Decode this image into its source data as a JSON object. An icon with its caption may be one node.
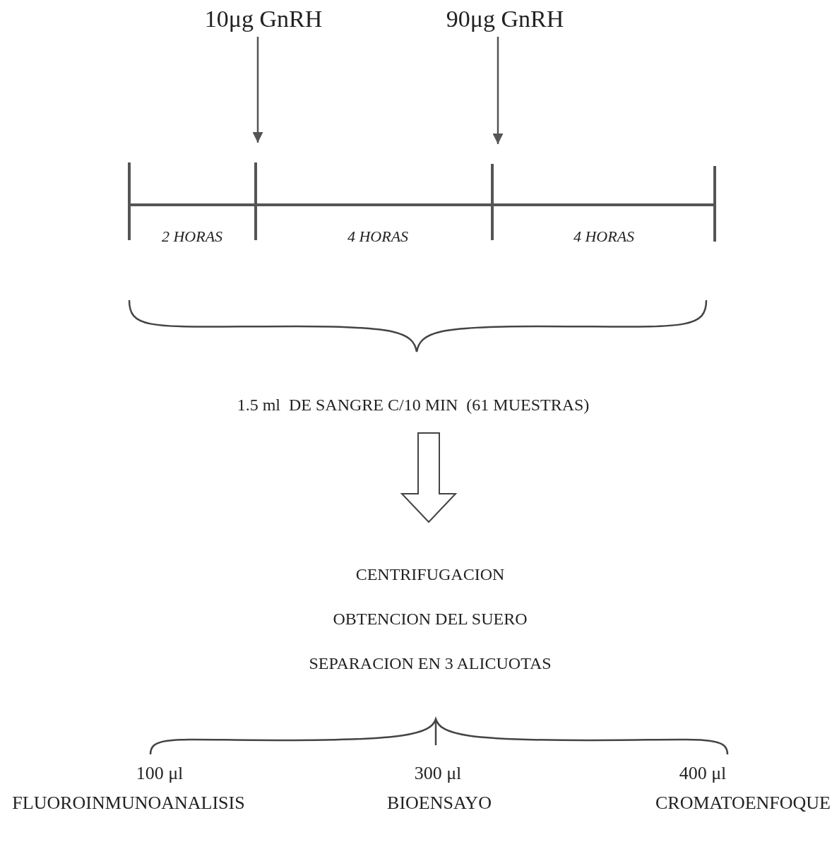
{
  "diagram": {
    "nodes": [
      {
        "text": [
          "10μg GnRH"
        ]
      },
      {
        "text": [
          "90μg GnRH"
        ]
      },
      {
        "text": [
          "1.5 ml  DE SANGRE C/10 MIN  (61 MUESTRAS)"
        ]
      },
      {
        "text": [
          "CENTRIFUGACION",
          "OBTENCION DEL SUERO",
          "SEPARACION EN 3 ALICUOTAS"
        ]
      }
    ],
    "edges": [
      {
        "from": 0,
        "to": null,
        "arrow": "to"
      },
      {
        "from": 1,
        "to": null,
        "arrow": "to"
      },
      {
        "from": 2,
        "to": 3,
        "arrow": "to"
      }
    ],
    "labels": [
      "2 HORAS",
      "4 HORAS",
      "4 HORAS",
      "100 μl",
      "300 μl",
      "400 μl",
      "FLUOROINMUNOANALISIS",
      "BIOENSAYO",
      "CROMATOENFOQUE"
    ]
  }
}
